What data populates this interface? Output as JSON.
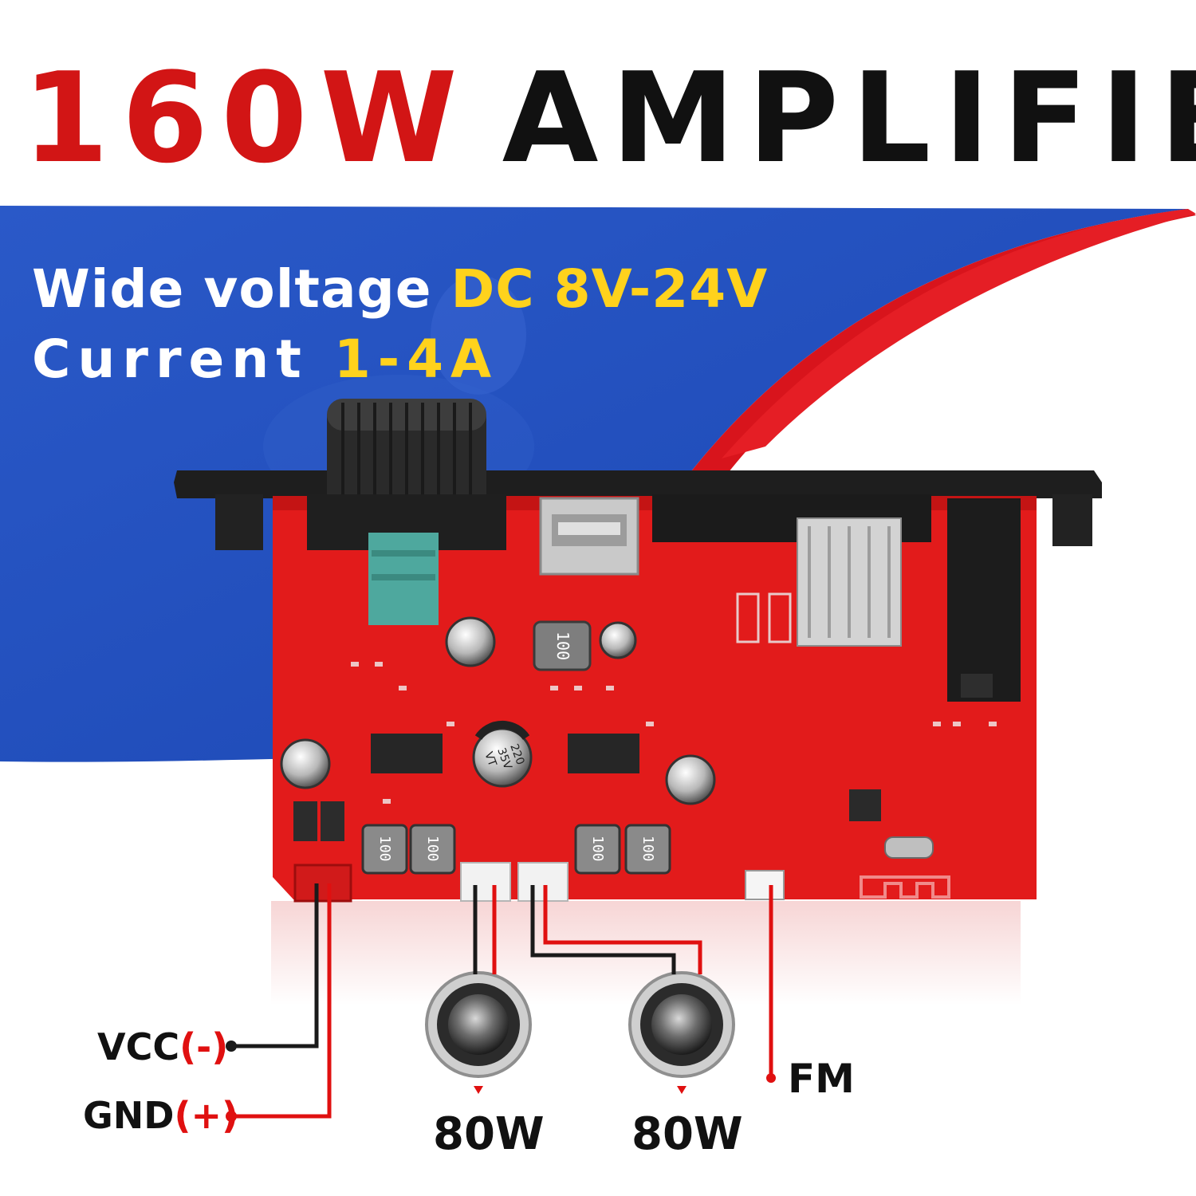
{
  "headline": {
    "power": "160W",
    "title": "AMPLIFIER"
  },
  "specs": {
    "voltage_label": "Wide voltage",
    "voltage_value": "DC 8V-24V",
    "current_label": "Current",
    "current_value": "1-4A"
  },
  "connections": {
    "vcc_label": "VCC",
    "vcc_sign": "(-)",
    "gnd_label": "GND",
    "gnd_sign": "(+)",
    "speaker_left_power": "80W",
    "speaker_right_power": "80W",
    "fm_label": "FM"
  },
  "board_markings": {
    "inductor_value": "100",
    "capacitor_line1": "220",
    "capacitor_line2": "35V",
    "capacitor_line3": "VT"
  },
  "colors": {
    "red": "#d21515",
    "blue": "#1f4fbf",
    "pcb": "#e21b1b",
    "yellow": "#ffd21c"
  }
}
